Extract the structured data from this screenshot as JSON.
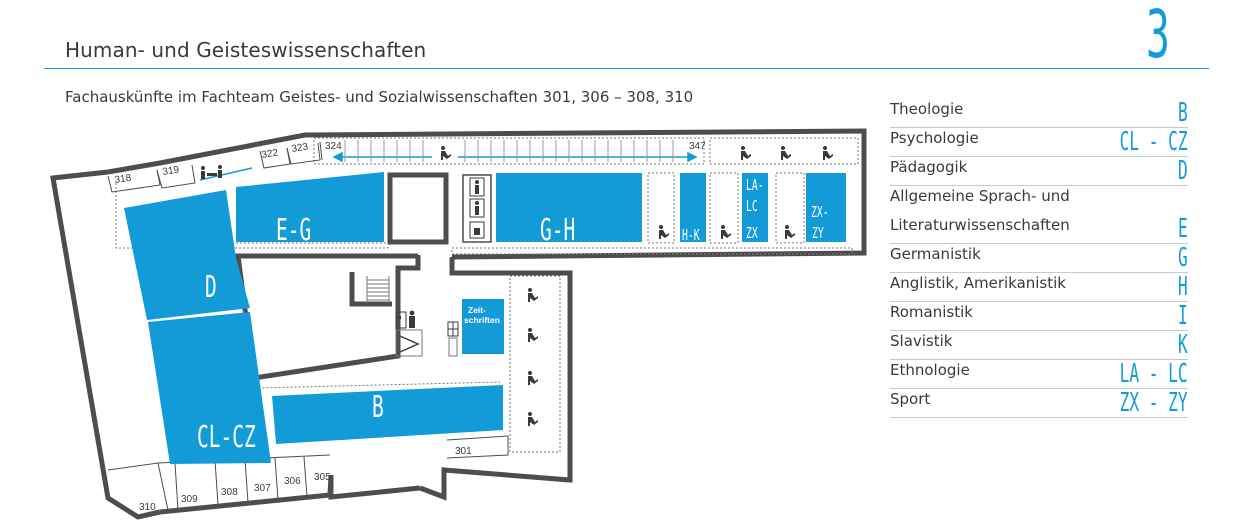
{
  "header": {
    "title": "Human- und Geisteswissenschaften",
    "floor": "3",
    "subtitle": "Fachauskünfte im Fachteam Geistes- und Sozialwissenschaften  301, 306 – 308, 310"
  },
  "colors": {
    "accent": "#139bd7",
    "wall": "#4d4d4d",
    "text": "#3a3a3a"
  },
  "legend": [
    {
      "label": "Theologie",
      "code": "B"
    },
    {
      "label": "Psychologie",
      "code": "CL - CZ"
    },
    {
      "label": "Pädagogik",
      "code": "D"
    },
    {
      "label": "Allgemeine Sprach- und",
      "label2": "Literaturwissenschaften",
      "code": "E"
    },
    {
      "label": "Germanistik",
      "code": "G"
    },
    {
      "label": "Anglistik, Amerikanistik",
      "code": "H"
    },
    {
      "label": "Romanistik",
      "code": "I"
    },
    {
      "label": "Slavistik",
      "code": "K"
    },
    {
      "label": "Ethnologie",
      "code": "LA - LC"
    },
    {
      "label": "Sport",
      "code": "ZX - ZY"
    }
  ],
  "map": {
    "areas": {
      "eg": "E-G",
      "gh": "G-H",
      "d": "D",
      "clcz": "CL-CZ",
      "b": "B",
      "hk": "H-K",
      "la": "LA-",
      "lc": "LC",
      "zx": "ZX",
      "zx2": "ZX-",
      "zy": "ZY",
      "zeit1": "Zeit-",
      "zeit2": "schriften"
    },
    "rooms": {
      "r318": "318",
      "r319": "319",
      "r322": "322",
      "r323": "323",
      "r324": "324",
      "r347": "347",
      "r301": "301",
      "r305": "305",
      "r306": "306",
      "r307": "307",
      "r308": "308",
      "r309": "309",
      "r310": "310"
    }
  }
}
